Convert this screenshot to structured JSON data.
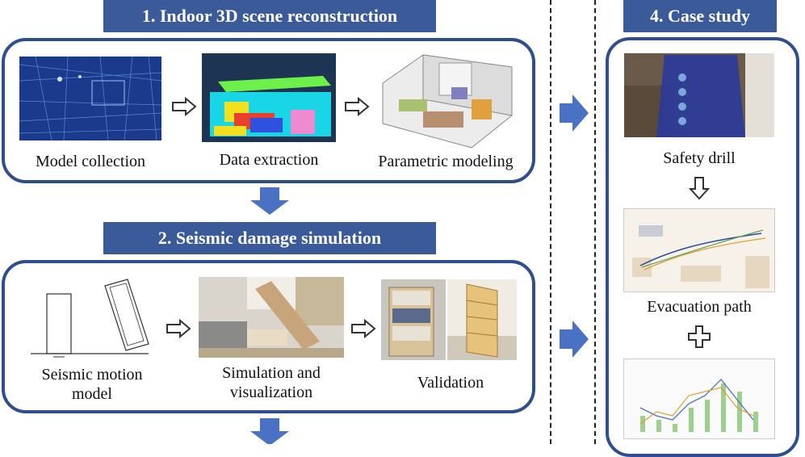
{
  "section1": {
    "title": "1. Indoor 3D scene reconstruction",
    "items": [
      {
        "caption": "Model collection"
      },
      {
        "caption": "Data extraction"
      },
      {
        "caption": "Parametric modeling"
      }
    ]
  },
  "section2": {
    "title": "2. Seismic damage simulation",
    "items": [
      {
        "caption_line1": "Seismic motion",
        "caption_line2": "model"
      },
      {
        "caption_line1": "Simulation and",
        "caption_line2": "visualization"
      },
      {
        "caption": "Validation"
      }
    ]
  },
  "section4": {
    "title": "4. Case study",
    "items": [
      {
        "caption": "Safety drill"
      },
      {
        "caption": "Evacuation path"
      }
    ]
  },
  "colors": {
    "banner": "#3a5a9a",
    "panel_border": "#2e4e8e",
    "arrow_blue": "#4a72c4"
  },
  "icons": [
    "outline-right-arrow-icon",
    "blue-down-arrow-icon",
    "blue-right-arrow-icon",
    "outline-down-arrow-icon",
    "outline-plus-icon"
  ]
}
